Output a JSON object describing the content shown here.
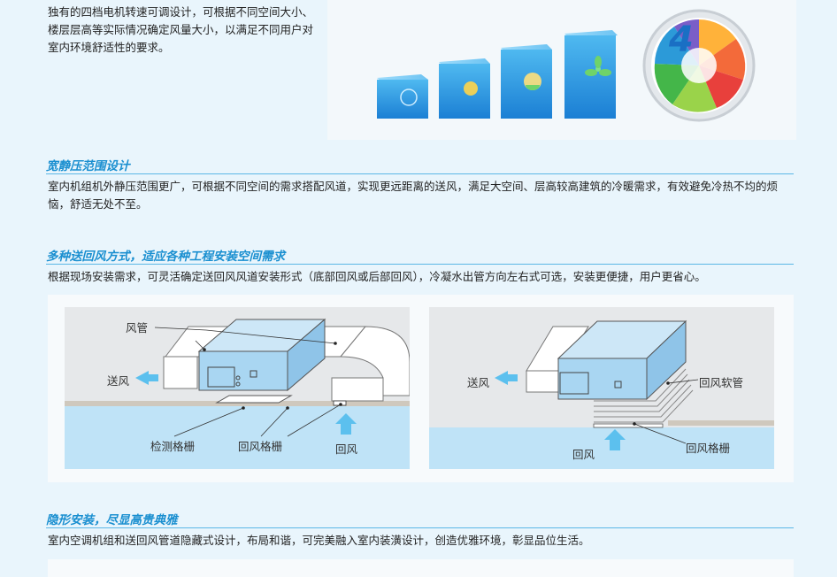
{
  "intro": {
    "text": "独有的四档电机转速可调设计，可根据不同空间大小、楼层层高等实际情况确定风量大小，以满足不同用户对室内环境舒适性的要求。"
  },
  "speed_badge": {
    "number": "4"
  },
  "sections": [
    {
      "title": "宽静压范围设计",
      "text": "室内机组机外静压范围更广，可根据不同空间的需求搭配风道，实现更远距离的送风，满足大空间、层高较高建筑的冷暖需求，有效避免冷热不均的烦恼，舒适无处不至。"
    },
    {
      "title": "多种送回风方式，适应各种工程安装空间需求",
      "text": "根据现场安装需求，可灵活确定送回风风道安装形式（底部回风或后部回风），冷凝水出管方向左右式可选，安装更便捷，用户更省心。"
    },
    {
      "title": "隐形安装，尽显高贵典雅",
      "text": "室内空调机组和送回风管道隐藏式设计，布局和谐，可完美融入室内装潢设计，创造优雅环境，彰显品位生活。"
    }
  ],
  "diagram_left": {
    "duct": "风管",
    "supply_air": "送风",
    "inspection_grille": "检测格栅",
    "return_grille": "回风格栅",
    "return_air": "回风"
  },
  "diagram_right": {
    "supply_air": "送风",
    "return_hose": "回风软管",
    "return_air": "回风",
    "return_grille": "回风格栅"
  },
  "colors": {
    "accent": "#1a8fd0",
    "rule": "#5bb7e6",
    "floor_blue": "#bfe3f7",
    "unit_blue": "#a9d6f2"
  }
}
